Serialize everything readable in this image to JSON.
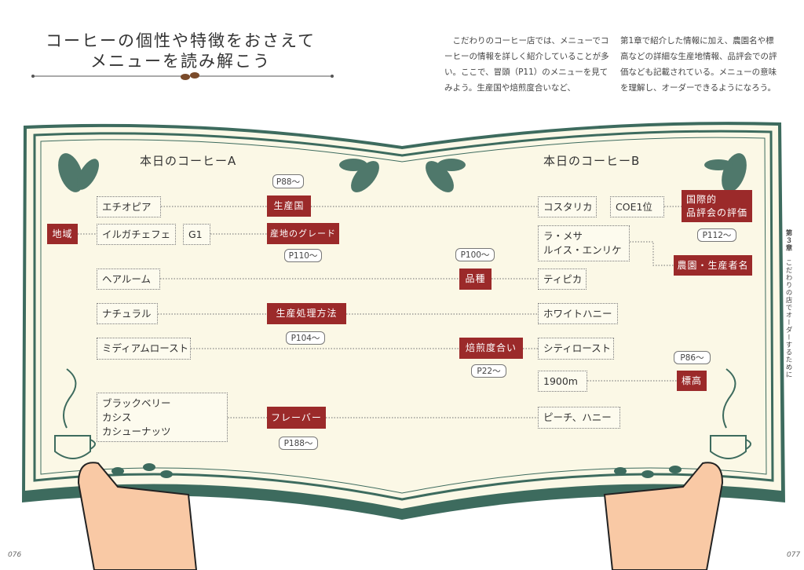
{
  "heading": {
    "line1": "コーヒーの個性や特徴をおさえて",
    "line2": "メニューを読み解こう"
  },
  "intro": {
    "col1": "　こだわりのコーヒー店では、メニューでコーヒーの情報を詳しく紹介していることが多い。ここで、冒頭（P11）のメニューを見てみよう。生産国や焙煎度合いなど、",
    "col2": "第1章で紹介した情報に加え、農園名や標高などの詳細な生産地情報、品評会での評価なども記載されている。メニューの意味を理解し、オーダーできるようになろう。"
  },
  "side_tab": {
    "chapter": "第３章",
    "title": "こだわりの店でオーダーするために"
  },
  "page_numbers": {
    "left": "076",
    "right": "077"
  },
  "menu_a": {
    "title": "本日のコーヒーA",
    "items": {
      "country": "エチオピア",
      "region": "イルガチェフェ",
      "grade": "G1",
      "variety": "ヘアルーム",
      "process": "ナチュラル",
      "roast": "ミディアムロースト",
      "flavor": "ブラックベリー\nカシス\nカシューナッツ"
    }
  },
  "menu_b": {
    "title": "本日のコーヒーB",
    "items": {
      "country": "コスタリカ",
      "award": "COE1位",
      "farm": "ラ・メサ\nルイス・エンリケ",
      "variety": "ティピカ",
      "process": "ホワイトハニー",
      "roast": "シティロースト",
      "altitude": "1900m",
      "flavor": "ピーチ、ハニー"
    }
  },
  "labels": {
    "region": "地域",
    "country": "生産国",
    "grade": "産地のグレード",
    "variety": "品種",
    "process": "生産処理方法",
    "roast": "焙煎度合い",
    "flavor": "フレーバー",
    "award": "国際的\n品評会の評価",
    "farm": "農園・生産者名",
    "altitude": "標高"
  },
  "refs": {
    "country": "P88～",
    "grade": "P110～",
    "variety": "P100～",
    "award": "P112～",
    "process": "P104～",
    "roast": "P22～",
    "altitude": "P86～",
    "flavor": "P188～"
  },
  "colors": {
    "accent": "#9b2a2a",
    "book_green": "#3d6b5e",
    "paper": "#fbf8e6",
    "skin": "#f9c9a5"
  }
}
